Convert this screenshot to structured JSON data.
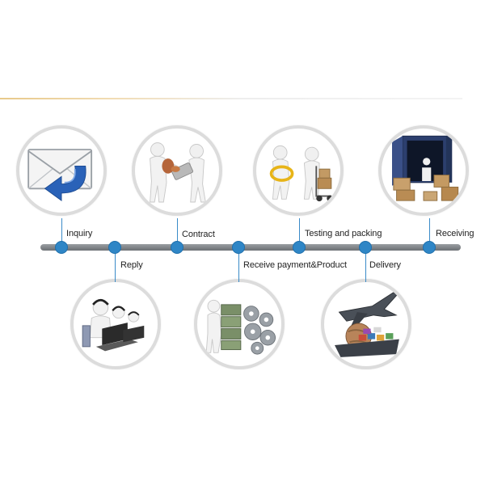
{
  "steps": [
    {
      "label": "Inquiry",
      "icon": "envelope-reply-icon"
    },
    {
      "label": "Reply",
      "icon": "call-center-icon"
    },
    {
      "label": "Contract",
      "icon": "handshake-contract-icon"
    },
    {
      "label": "Receive payment&Product",
      "icon": "money-gears-icon"
    },
    {
      "label": "Testing and packing",
      "icon": "testing-packing-icon"
    },
    {
      "label": "Delivery",
      "icon": "plane-ship-globe-icon"
    },
    {
      "label": "Receiving",
      "icon": "container-boxes-icon"
    }
  ],
  "colors": {
    "dot": "#2f86c6",
    "timeline": "#7e8286",
    "circle_border": "#dcdcdc",
    "accent_line": "#e8c98a"
  }
}
